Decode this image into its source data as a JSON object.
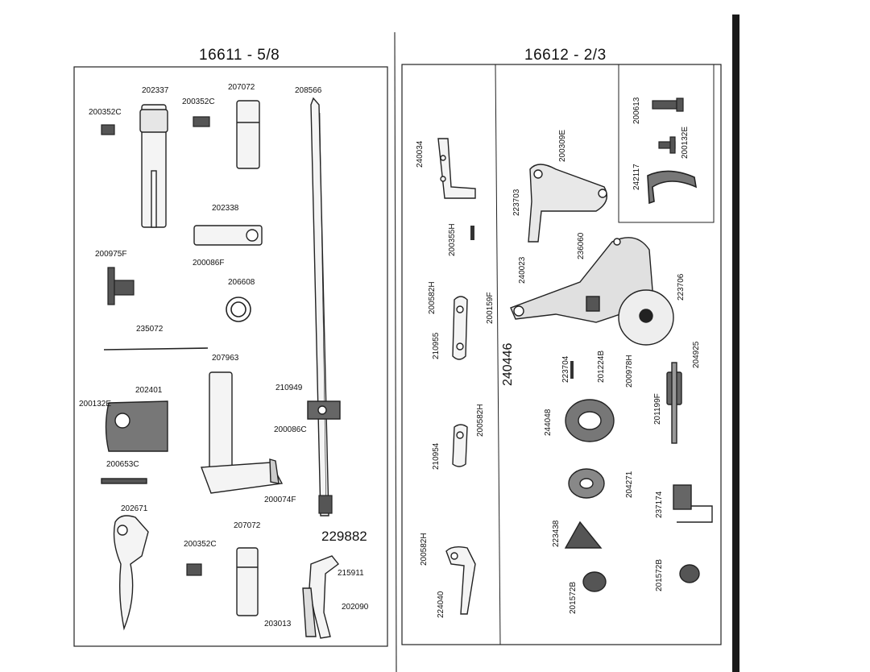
{
  "left_panel": {
    "title": "16611 - 5/8",
    "labels": {
      "l202337": "202337",
      "l207072a": "207072",
      "l208566": "208566",
      "l200352c_a": "200352C",
      "l200352c_b": "200352C",
      "l202338": "202338",
      "l200086f": "200086F",
      "l200975f": "200975F",
      "l206608": "206608",
      "l235072": "235072",
      "l207963": "207963",
      "l202401": "202401",
      "l200132e": "200132E",
      "l210949": "210949",
      "l200086c": "200086C",
      "l200653c": "200653C",
      "l200074f": "200074F",
      "l202671": "202671",
      "l207072b": "207072",
      "l200352c_c": "200352C",
      "l229882": "229882",
      "l215911": "215911",
      "l202090": "202090",
      "l203013": "203013"
    }
  },
  "right_panel": {
    "title": "16612 - 2/3",
    "labels": {
      "l240034": "240034",
      "l200355h": "200355H",
      "l200582h_a": "200582H",
      "l210955": "210955",
      "l200582h_b": "200582H",
      "l210954": "210954",
      "l200582h_c": "200582H",
      "l224040": "224040",
      "l200309e": "200309E",
      "l223703": "223703",
      "l236060": "236060",
      "l240023": "240023",
      "l200159f": "200159F",
      "l240446": "240446",
      "l223704": "223704",
      "l201224b": "201224B",
      "l200978h": "200978H",
      "l223706": "223706",
      "l204925": "204925",
      "l201199f": "201199F",
      "l244048": "244048",
      "l204271": "204271",
      "l223438": "223438",
      "l237174": "237174",
      "l201572b_a": "201572B",
      "l201572b_b": "201572B",
      "l200613": "200613",
      "l200132e": "200132E",
      "l242117": "242117"
    }
  }
}
